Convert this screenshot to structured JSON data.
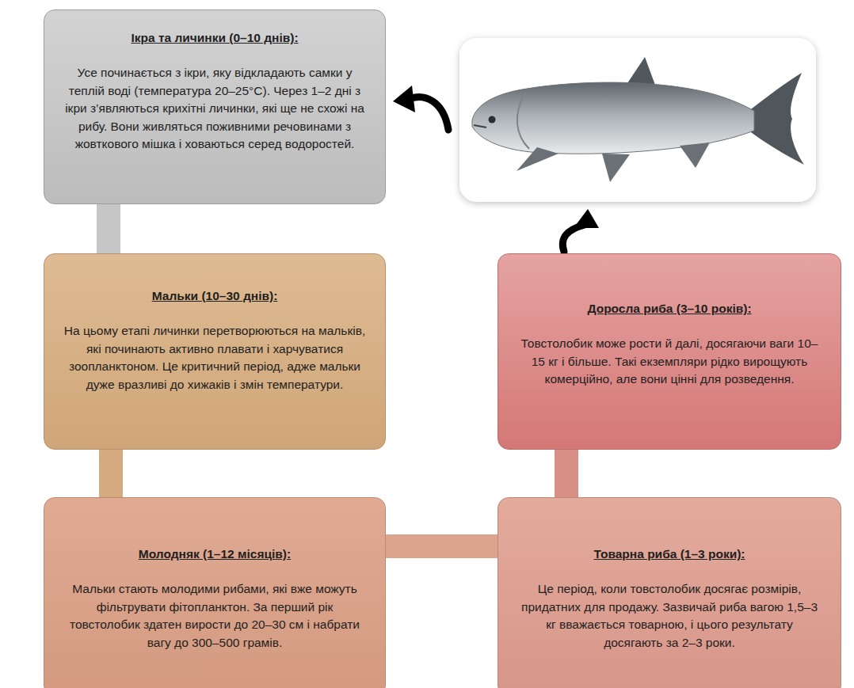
{
  "diagram": {
    "nodes": [
      {
        "text": [
          "Ікра та личинки (0–10 днів):",
          "Усе починається з ікри, яку відкладають самки у теплій воді (температура 20–25°C). Через 1–2 дні з ікри з’являються крихітні личинки, які ще не схожі на рибу. Вони живляться поживними речовинами з жовткового мішка і ховаються серед водоростей."
        ]
      },
      {
        "text": [
          "Мальки (10–30 днів):",
          "На цьому етапі личинки перетворюються на мальків, які починають активно плавати і харчуватися зоопланктоном. Це критичний період, адже мальки дуже вразливі до хижаків і змін температури."
        ]
      },
      {
        "text": [
          "Молодняк (1–12 місяців):",
          "Мальки стають молодими рибами, які вже можуть фільтрувати фітопланктон. За перший рік товстолобик здатен вирости до 20–30 см і набрати вагу до 300–500 грамів."
        ]
      },
      {
        "text": [
          "Товарна риба (1–3 роки):",
          "Це період, коли товстолобик досягає розмірів, придатних для продажу. Зазвичай риба вагою 1,5–3 кг вважається товарною, і цього результату досягають за 2–3 роки."
        ]
      },
      {
        "text": [
          "Доросла риба (3–10 років):",
          "Товстолобик може рости й далі, досягаючи ваги 10–15 кг і більше. Такі екземпляри рідко вирощують комерційно, але вони цінні для розведення."
        ]
      }
    ],
    "edges": [
      {
        "from": 0,
        "to": 1,
        "arrow": "none"
      },
      {
        "from": 1,
        "to": 2,
        "arrow": "none"
      },
      {
        "from": 2,
        "to": 3,
        "arrow": "none"
      },
      {
        "from": 3,
        "to": 4,
        "arrow": "none"
      }
    ]
  }
}
